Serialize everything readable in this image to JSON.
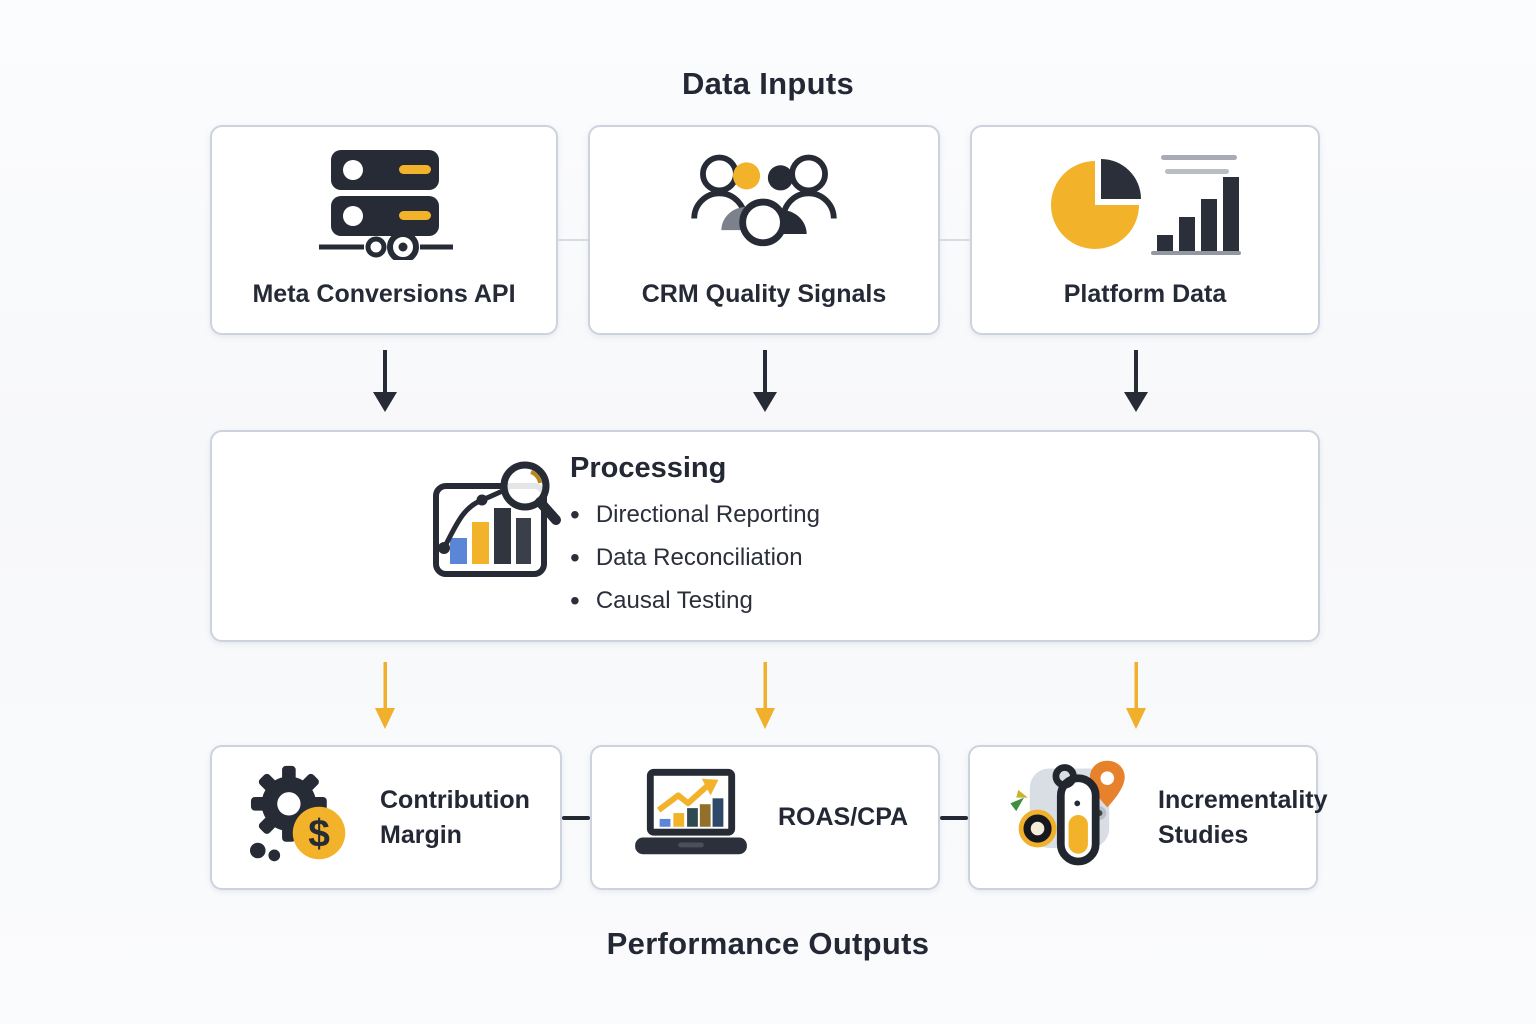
{
  "titles": {
    "top": "Data Inputs",
    "bottom": "Performance Outputs"
  },
  "inputs": [
    {
      "label": "Meta Conversions API",
      "icon": "server-stack-icon"
    },
    {
      "label": "CRM Quality Signals",
      "icon": "people-group-icon"
    },
    {
      "label": "Platform Data",
      "icon": "pie-bar-chart-icon"
    }
  ],
  "processing": {
    "title": "Processing",
    "icon": "chart-magnifier-icon",
    "bullet": "•",
    "items": [
      "Directional Reporting",
      "Data Reconciliation",
      "Causal Testing"
    ]
  },
  "outputs": [
    {
      "label": "Contribution Margin",
      "icon": "gear-dollar-icon",
      "symbol": "$"
    },
    {
      "label": "ROAS/CPA",
      "icon": "laptop-chart-icon"
    },
    {
      "label": "Incrementality Studies",
      "icon": "test-tube-location-icon"
    }
  ],
  "colors": {
    "dark": "#262b36",
    "yellow": "#f2b32a",
    "blue": "#5b86d7",
    "orange": "#e8812c",
    "box_border": "#ccd3df"
  }
}
